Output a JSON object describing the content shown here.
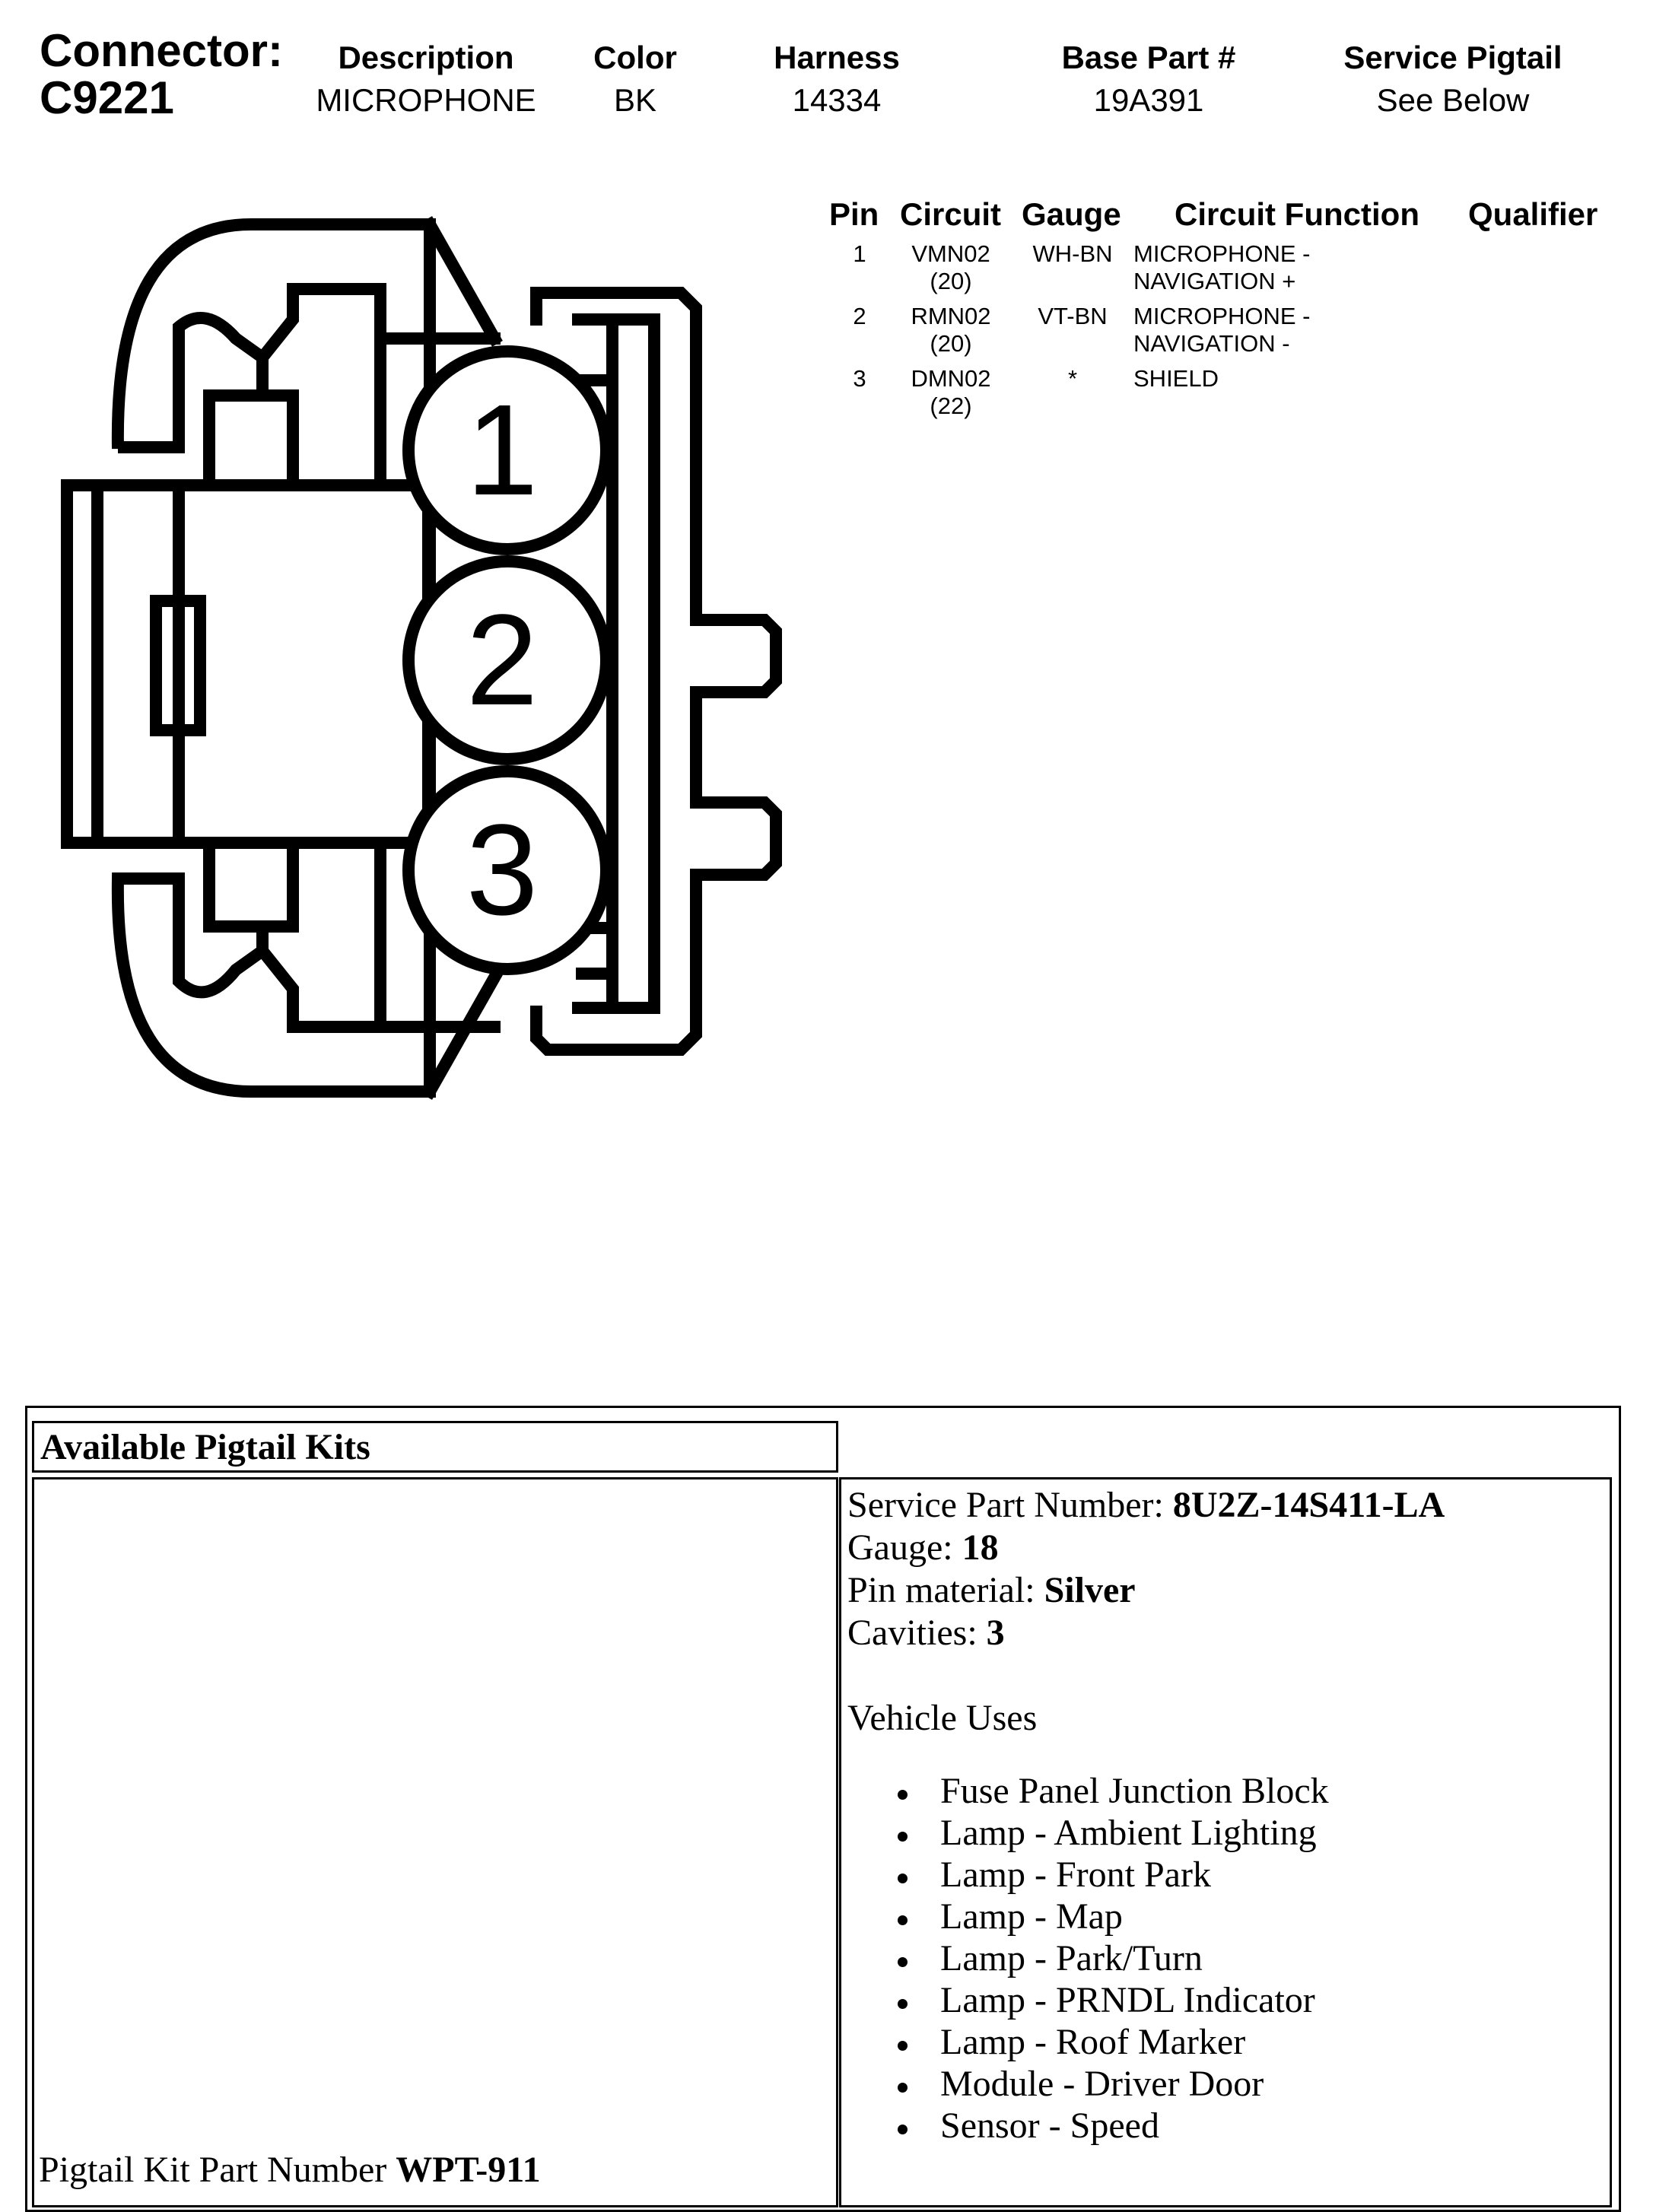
{
  "connector": {
    "label": "Connector:",
    "id": "C9221"
  },
  "header": {
    "columns": [
      "Description",
      "Color",
      "Harness",
      "Base Part #",
      "Service Pigtail"
    ],
    "values": [
      "MICROPHONE",
      "BK",
      "14334",
      "19A391",
      "See Below"
    ]
  },
  "diagram": {
    "pins": [
      "1",
      "2",
      "3"
    ]
  },
  "pin_table": {
    "headers": [
      "Pin",
      "Circuit",
      "Gauge",
      "Circuit Function",
      "Qualifier"
    ],
    "rows": [
      {
        "pin": "1",
        "circuit": "VMN02",
        "circuit_gauge": "(20)",
        "gauge": "WH-BN",
        "function_1": "MICROPHONE -",
        "function_2": "NAVIGATION +"
      },
      {
        "pin": "2",
        "circuit": "RMN02",
        "circuit_gauge": "(20)",
        "gauge": "VT-BN",
        "function_1": "MICROPHONE -",
        "function_2": "NAVIGATION -"
      },
      {
        "pin": "3",
        "circuit": "DMN02",
        "circuit_gauge": "(22)",
        "gauge": "*",
        "function_1": "SHIELD",
        "function_2": ""
      }
    ]
  },
  "pigtail": {
    "title": "Available Pigtail Kits",
    "kit_label": "Pigtail Kit Part Number ",
    "kit_number": "WPT-911",
    "service_part_label": "Service Part Number: ",
    "service_part": "8U2Z-14S411-LA",
    "gauge_label": "Gauge: ",
    "gauge": "18",
    "pin_material_label": "Pin material: ",
    "pin_material": "Silver",
    "cavities_label": "Cavities: ",
    "cavities": "3",
    "vehicle_uses_label": "Vehicle Uses",
    "vehicle_uses": [
      "Fuse Panel Junction Block",
      "Lamp - Ambient Lighting",
      "Lamp - Front Park",
      "Lamp - Map",
      "Lamp - Park/Turn",
      "Lamp - PRNDL Indicator",
      "Lamp - Roof Marker",
      "Module - Driver Door",
      "Sensor - Speed"
    ]
  }
}
